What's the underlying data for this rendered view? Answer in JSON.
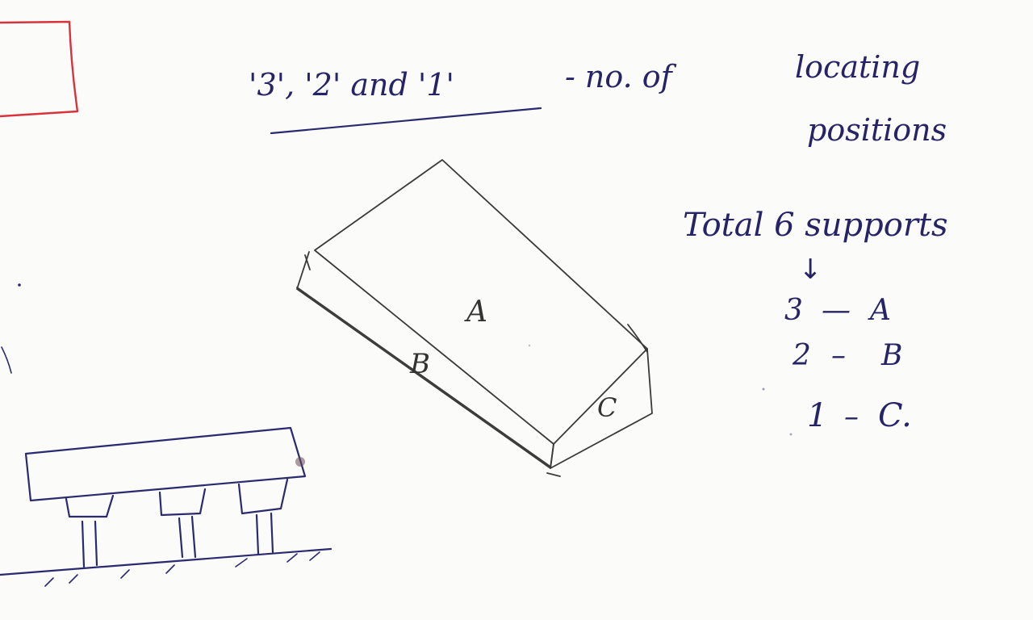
{
  "notes": {
    "heading": "'3', '2' and '1' - no. of locating positions",
    "heading_line1_left": "'3', '2' and '1'",
    "heading_line1_mid": "- no. of",
    "heading_line1_right": "locating",
    "heading_line2": "positions",
    "total": "Total 6 supports",
    "arrow": "↓",
    "rows": [
      {
        "count": "3",
        "dash": "—",
        "face": "A"
      },
      {
        "count": "2",
        "dash": "–",
        "face": "B"
      },
      {
        "count": "1",
        "dash": "–",
        "face": "C."
      }
    ]
  },
  "block": {
    "faces": [
      "A",
      "B",
      "C"
    ]
  },
  "colors": {
    "ink": "#2c2a6e",
    "pencil": "#3a3a3a",
    "red": "#d8323c",
    "paper": "#fbfbf9"
  }
}
